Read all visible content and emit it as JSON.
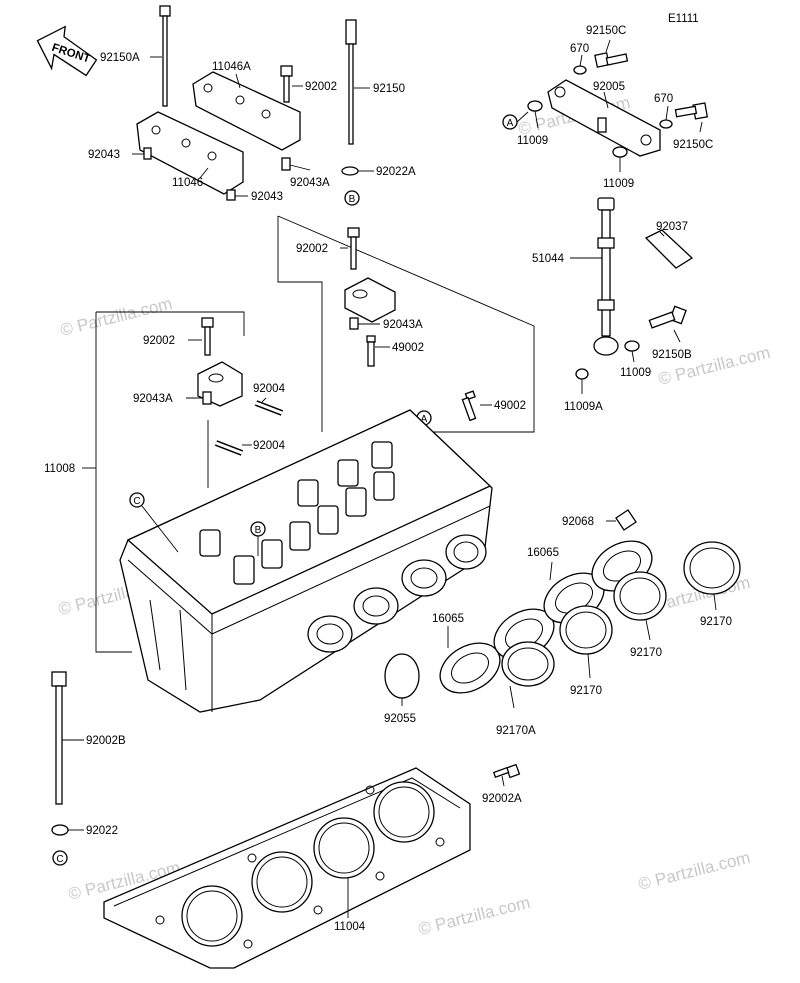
{
  "diagram_code": "E1111",
  "front_label": "FRONT",
  "watermark": "© Partzilla.com",
  "callout_letters": [
    "A",
    "B",
    "C"
  ],
  "labels": {
    "p92150A": "92150A",
    "p11046A": "11046A",
    "p92002_top": "92002",
    "p92150": "92150",
    "p92043_left": "92043",
    "p11046": "11046",
    "p92043A_top": "92043A",
    "p92022A": "92022A",
    "p92043_bottom": "92043",
    "p92002_mid": "92002",
    "p92043A_mid": "92043A",
    "p49002_mid": "49002",
    "p92002_left": "92002",
    "p92043A_left": "92043A",
    "p92004_a": "92004",
    "p92004_b": "92004",
    "p49002_right": "49002",
    "p11008": "11008",
    "p92150C_top": "92150C",
    "p670_top": "670",
    "p92005": "92005",
    "p670_right": "670",
    "p11009_a": "11009",
    "p92150C_right": "92150C",
    "p11009_b": "11009",
    "p92037": "92037",
    "p51044": "51044",
    "p92150B": "92150B",
    "p11009_c": "11009",
    "p11009A": "11009A",
    "p92068": "92068",
    "p16065_a": "16065",
    "p16065_b": "16065",
    "p92170_a": "92170",
    "p92170_b": "92170",
    "p92170_c": "92170",
    "p92170A": "92170A",
    "p92055": "92055",
    "p92002A": "92002A",
    "p92002B": "92002B",
    "p92022": "92022",
    "p11004": "11004"
  }
}
